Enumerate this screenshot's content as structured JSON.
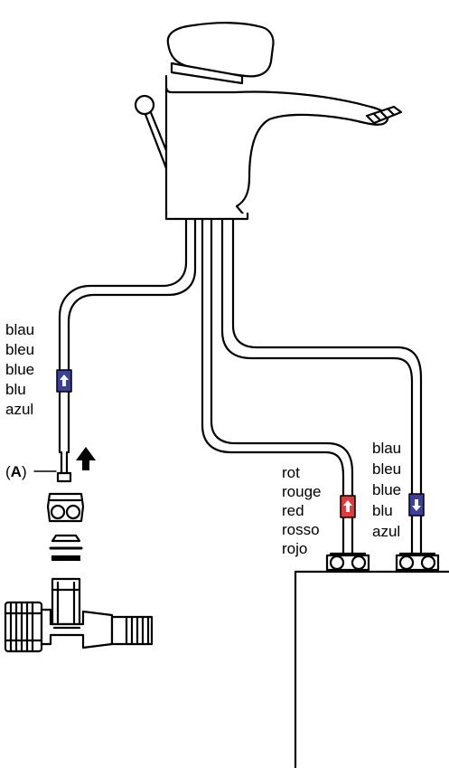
{
  "left_hose_labels": [
    "blau",
    "bleu",
    "blue",
    "blu",
    "azul"
  ],
  "hot_hose_labels": [
    "rot",
    "rouge",
    "red",
    "rosso",
    "rojo"
  ],
  "cold_hose_labels": [
    "blau",
    "bleu",
    "blue",
    "blu",
    "azul"
  ],
  "callout": {
    "open": "(",
    "letter": "A",
    "close": ")"
  },
  "colors": {
    "hot": "#e03a3a",
    "cold": "#3b3f9e",
    "line": "#000000"
  }
}
